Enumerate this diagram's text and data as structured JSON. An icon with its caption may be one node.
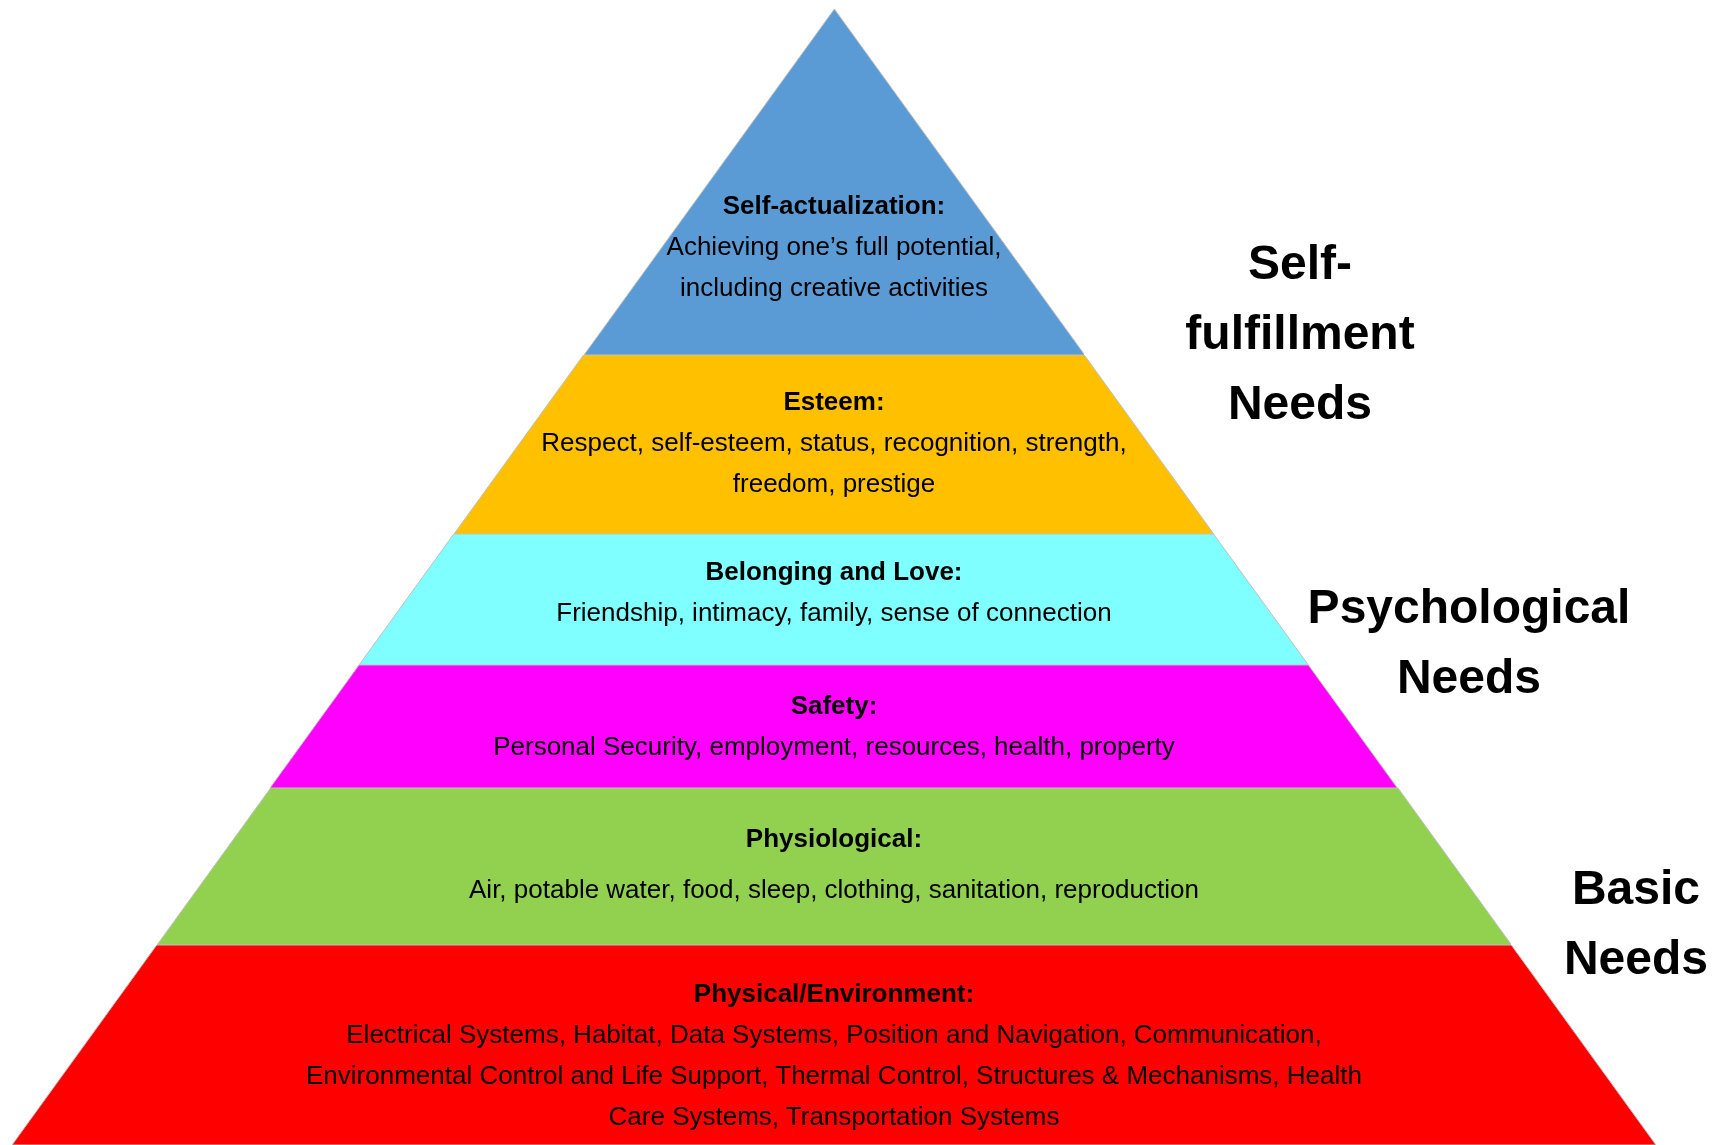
{
  "diagram": {
    "nodes": [
      {
        "text": [
          "Self-actualization:",
          "Achieving one’s full potential, including creative activities"
        ]
      },
      {
        "text": [
          "Esteem:",
          "Respect, self-esteem, status, recognition, strength, freedom, prestige"
        ]
      },
      {
        "text": [
          "Belonging and Love:",
          "Friendship, intimacy, family, sense of connection"
        ]
      },
      {
        "text": [
          "Safety:",
          "Personal Security, employment, resources, health, property"
        ]
      },
      {
        "text": [
          "Physiological:",
          "Air, potable water, food, sleep, clothing, sanitation, reproduction"
        ]
      },
      {
        "text": [
          "Physical/Environment:",
          "Electrical Systems, Habitat, Data Systems, Position and Navigation, Communication, Environmental Control and Life Support, Thermal Control, Structures & Mechanisms, Health Care Systems, Transportation Systems"
        ]
      }
    ],
    "edges": [],
    "labels": [
      "Self-fulfillment Needs",
      "Psychological Needs",
      "Basic Needs"
    ]
  }
}
